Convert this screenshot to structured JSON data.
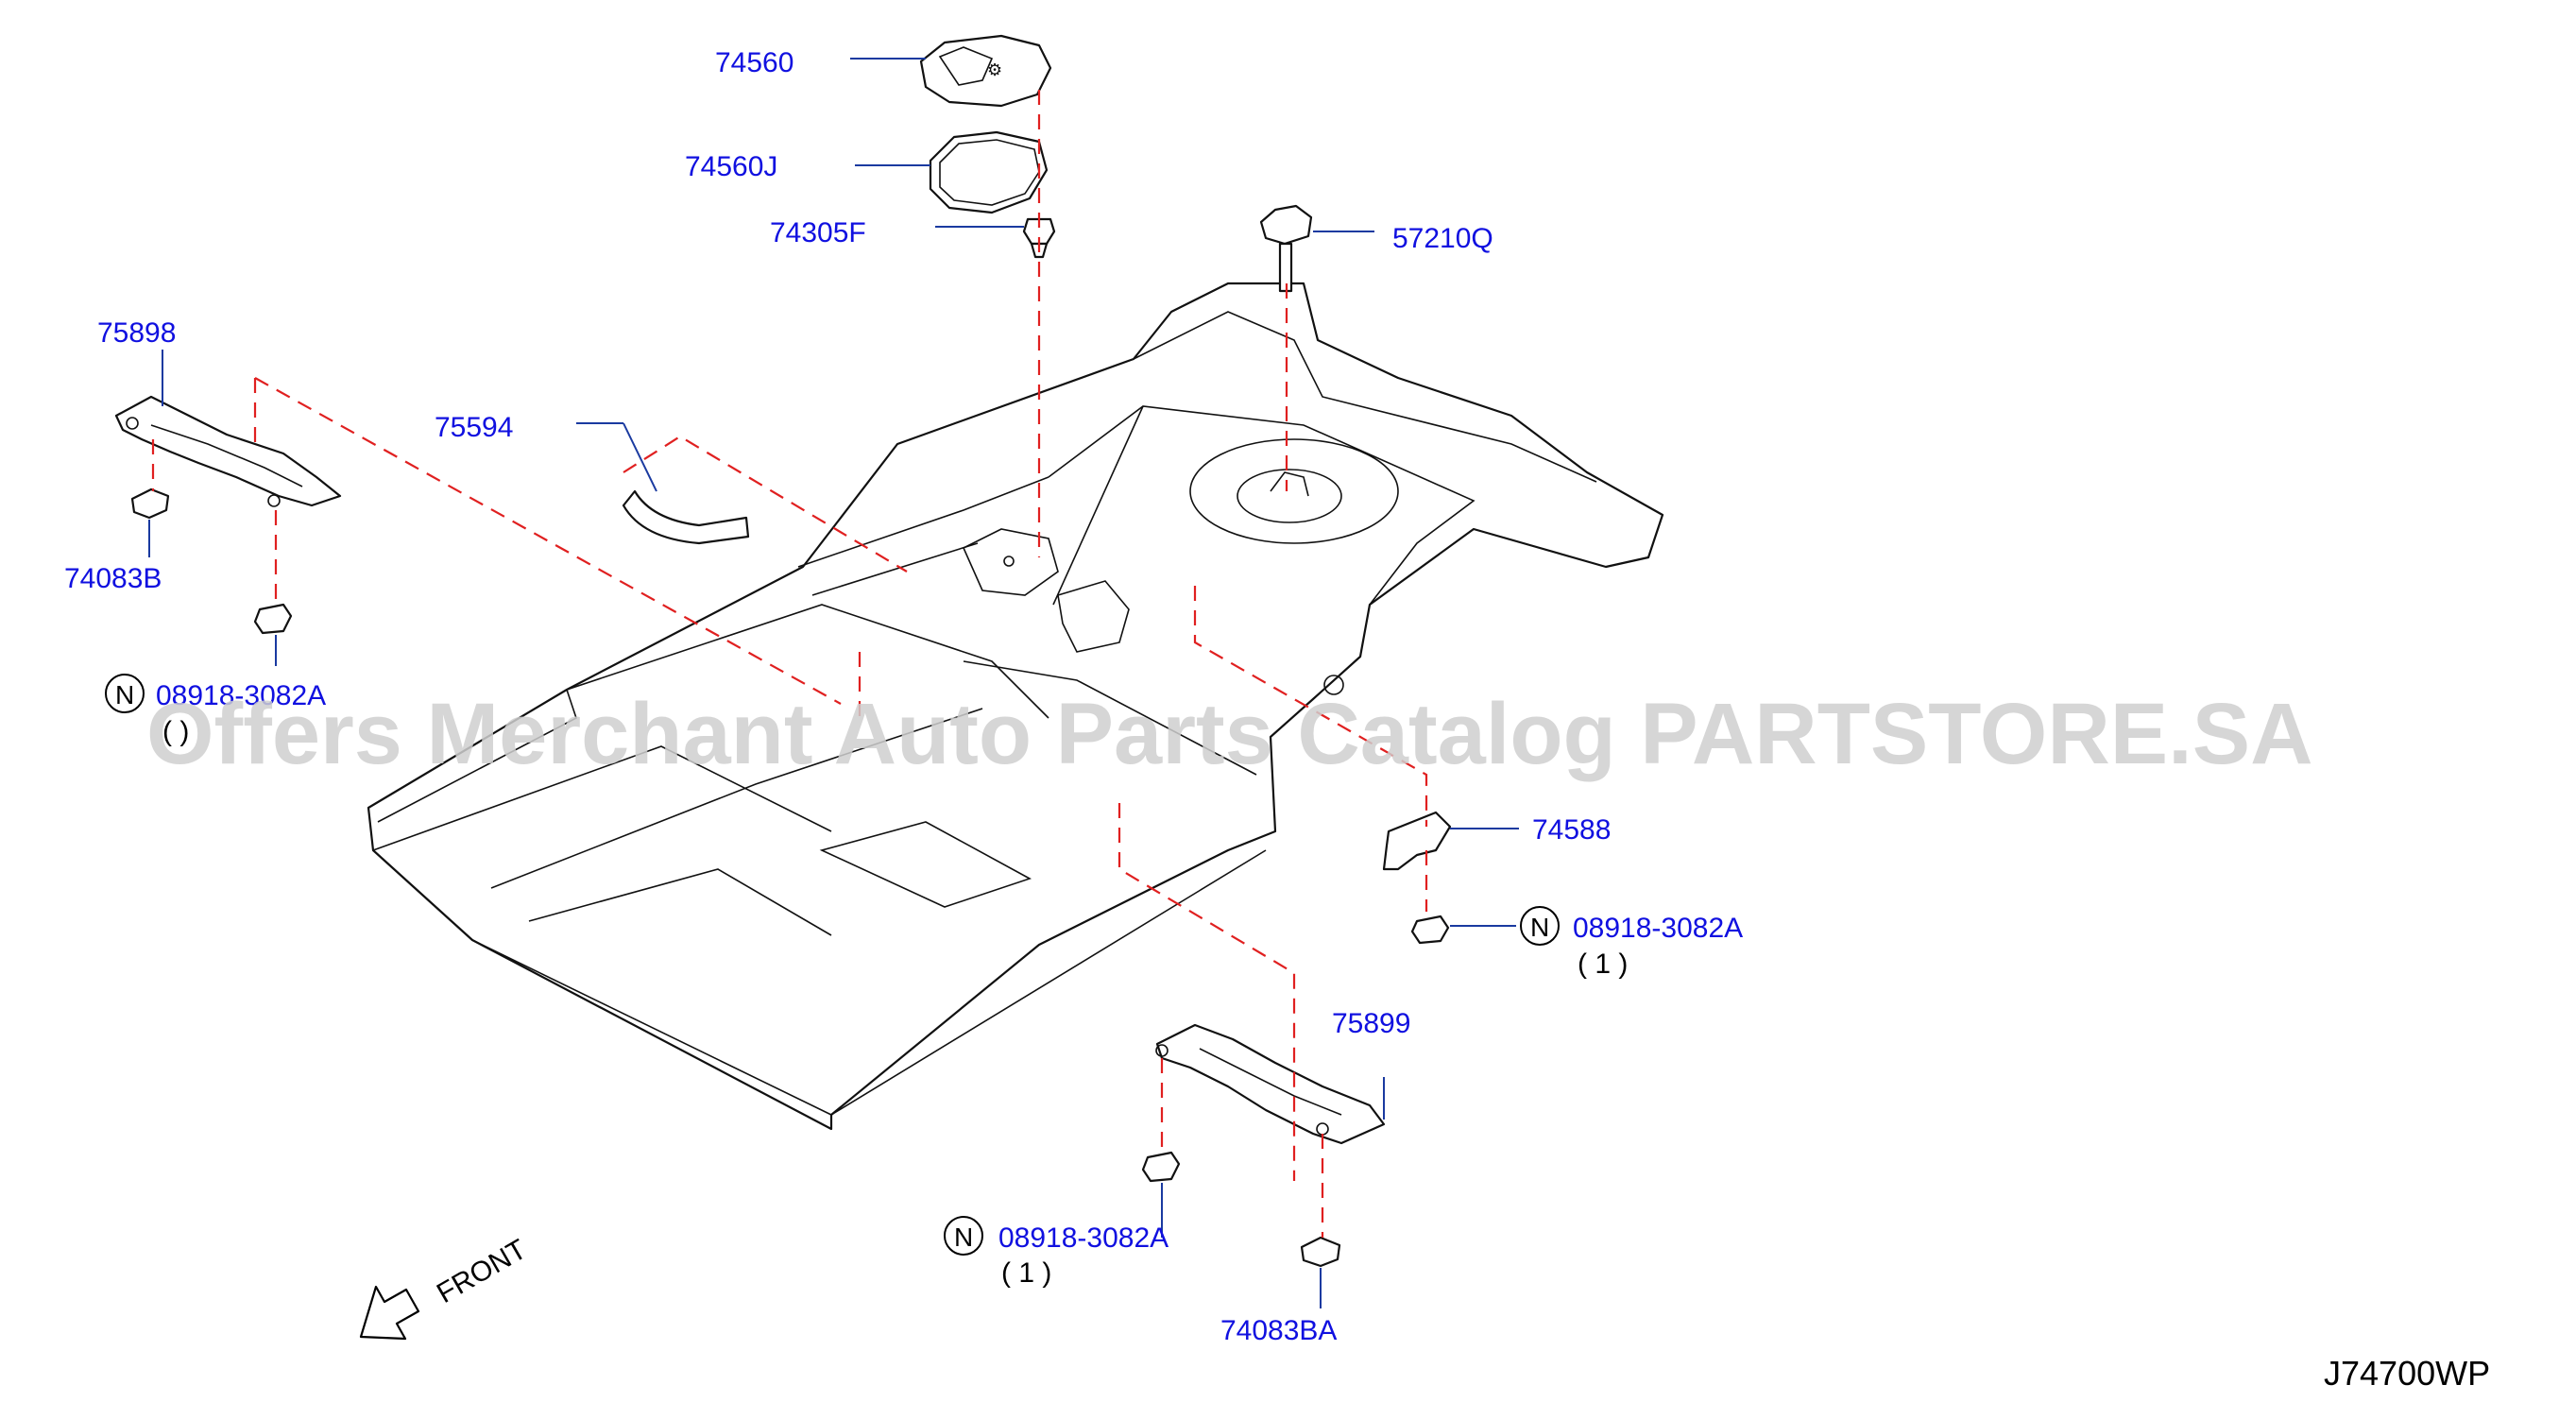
{
  "diagram": {
    "code": "J74700WP",
    "watermark": "Offers Merchant Auto Parts Catalog PARTSTORE.SA",
    "front_label": "FRONT",
    "n_symbol": "N",
    "parts": {
      "p74560": "74560",
      "p74560J": "74560J",
      "p74305F": "74305F",
      "p57210Q": "57210Q",
      "p75898": "75898",
      "p75594": "75594",
      "p74083B": "74083B",
      "p08918_a": "08918-3082A",
      "p08918_a_qty": "(    )",
      "p74588": "74588",
      "p08918_b": "08918-3082A",
      "p08918_b_qty": "( 1 )",
      "p75899": "75899",
      "p08918_c": "08918-3082A",
      "p08918_c_qty": "( 1 )",
      "p74083BA": "74083BA"
    }
  }
}
